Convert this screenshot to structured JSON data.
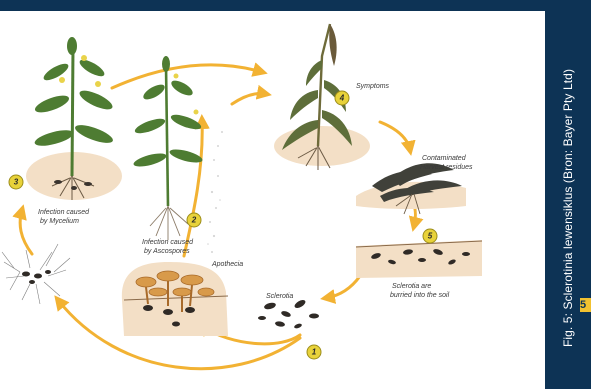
{
  "caption": "Fig. 5: Sclerotinia lewensiklus (Bron: Bayer Pty Ltd)",
  "page_marker": "5",
  "colors": {
    "band": "#0d3355",
    "arrow": "#f2b233",
    "badge": "#e8d23a",
    "soil": "#f3dfc6",
    "leaf": "#4e7c32",
    "accent": "#f2c230"
  },
  "stages": {
    "one": {
      "number": "1",
      "label": "Sclerotia"
    },
    "two": {
      "number": "2",
      "label_line1": "Infection caused",
      "label_line2": "by Ascospores"
    },
    "apothecia": {
      "label": "Apothecia"
    },
    "three": {
      "number": "3",
      "label_line1": "Infection caused",
      "label_line2": "by Mycelium"
    },
    "four": {
      "number": "4",
      "label": "Symptoms"
    },
    "residues": {
      "label_line1": "Contaminated",
      "label_line2": "Harvest residues"
    },
    "five": {
      "number": "5",
      "label_line1": "Sclerotia are",
      "label_line2": "burried into the soil"
    }
  }
}
